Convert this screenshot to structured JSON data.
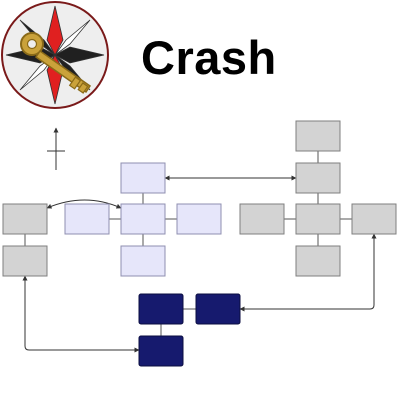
{
  "app": {
    "title": "Crash"
  },
  "logo": {
    "icon": "compass-rose-key-icon",
    "colors": {
      "ring_fill": "#eeeeee",
      "ring_stroke": "#7a1a1a",
      "red": "#e02020",
      "black": "#202020",
      "white": "#ffffff",
      "key": "#caa23a",
      "key_dark": "#8a6a18"
    }
  },
  "diagram": {
    "colors": {
      "gray_node": "#d3d3d3",
      "gray_stroke": "#7f7f7f",
      "lavender_node": "#e6e6fa",
      "lavender_stroke": "#8f8fb0",
      "navy_node": "#161a6e",
      "navy_stroke": "#0b0d40",
      "line": "#555555",
      "arrow": "#333333"
    },
    "groups": [
      "left-column",
      "center-cluster",
      "right-cluster",
      "bottom-cluster"
    ],
    "links": [
      "left-top-to-center-hub",
      "center-top-to-right-mid",
      "left-bottom-to-bottom-lower",
      "bottom-right-to-right-outer"
    ]
  }
}
